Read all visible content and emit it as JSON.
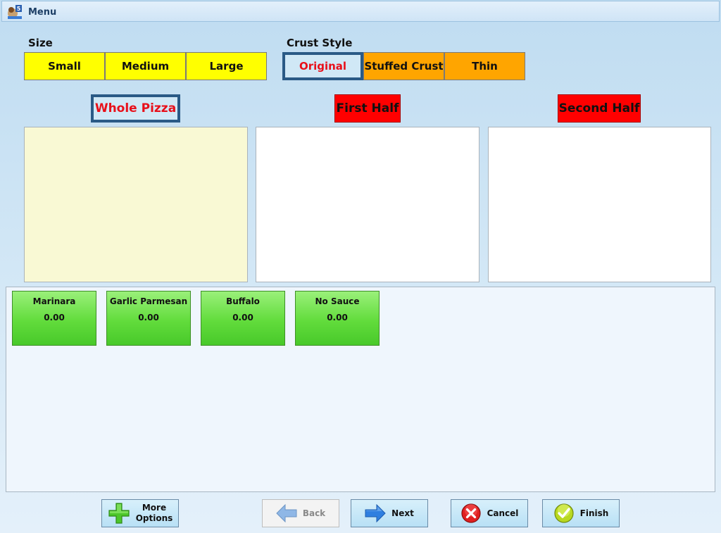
{
  "window": {
    "title": "Menu",
    "icon": "app-logo-icon"
  },
  "size": {
    "label": "Size",
    "options": [
      "Small",
      "Medium",
      "Large"
    ],
    "color": "#ffff00"
  },
  "crust": {
    "label": "Crust Style",
    "options": [
      "Original",
      "Stuffed Crust",
      "Thin"
    ],
    "selected": "Original",
    "color": "#ffa500"
  },
  "sections": {
    "whole": "Whole Pizza",
    "first": "First Half",
    "second": "Second Half",
    "selected": "Whole Pizza"
  },
  "sauces": [
    {
      "name": "Marinara",
      "price": "0.00"
    },
    {
      "name": "Garlic Parmesan",
      "price": "0.00"
    },
    {
      "name": "Buffalo",
      "price": "0.00"
    },
    {
      "name": "No Sauce",
      "price": "0.00"
    }
  ],
  "nav": {
    "more_line1": "More",
    "more_line2": "Options",
    "back": "Back",
    "next": "Next",
    "cancel": "Cancel",
    "finish": "Finish"
  },
  "colors": {
    "accent_border": "#2a5a86",
    "selected_text": "#e8101a",
    "half_header": "#ff0000",
    "sauce_green": "#62dc3c"
  }
}
